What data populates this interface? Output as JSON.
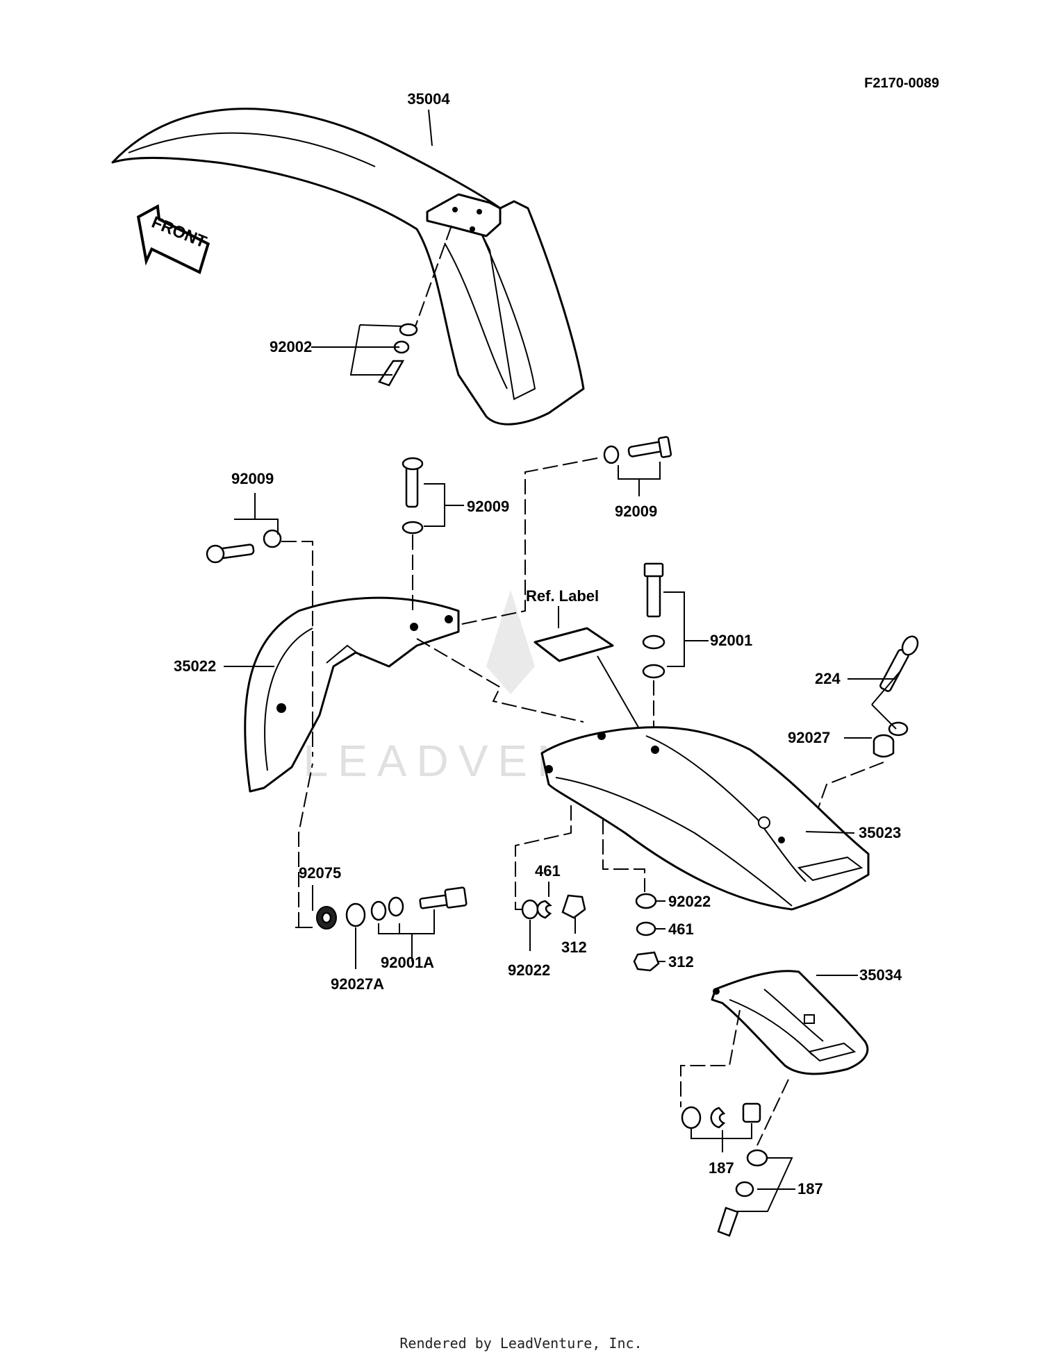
{
  "drawing_code": "F2170-0089",
  "front_arrow_label": "FRONT",
  "ref_label_text": "Ref. Label",
  "watermark": "LEADVENTURE",
  "footer": "Rendered by LeadVenture, Inc.",
  "parts": {
    "p35004": "35004",
    "p92002": "92002",
    "p92009_left": "92009",
    "p92009_center": "92009",
    "p92009_right": "92009",
    "p35022": "35022",
    "p92001": "92001",
    "p224": "224",
    "p92027": "92027",
    "p35023": "35023",
    "p92075": "92075",
    "p92001A": "92001A",
    "p92027A": "92027A",
    "p461_a": "461",
    "p312_a": "312",
    "p92022_a": "92022",
    "p92022_b": "92022",
    "p461_b": "461",
    "p312_b": "312",
    "p35034": "35034",
    "p187_a": "187",
    "p187_b": "187"
  }
}
